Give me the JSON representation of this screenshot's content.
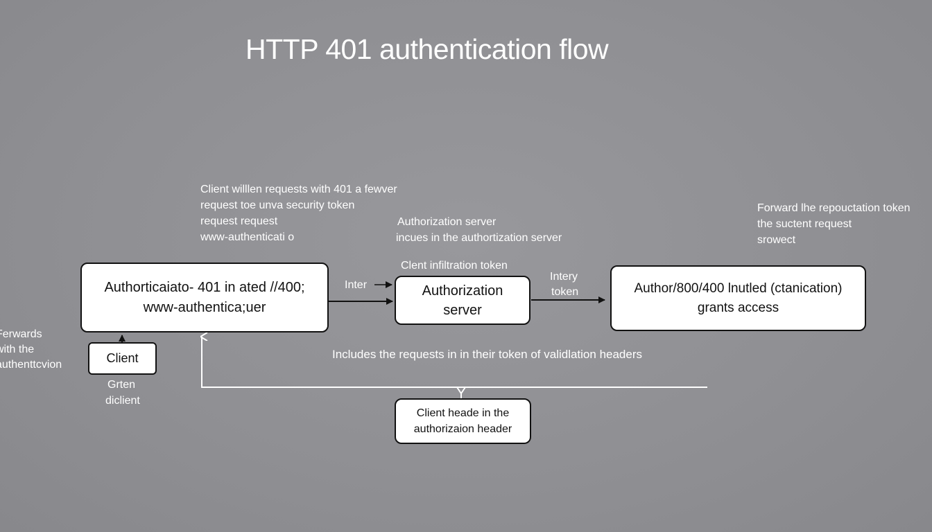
{
  "title": "HTTP 401 authentication flow",
  "colors": {
    "background": "#8e8e92",
    "box_fill": "#ffffff",
    "box_border": "#111111",
    "arrow_dark": "#111111",
    "arrow_light": "#ffffff",
    "text_light": "#ffffff"
  },
  "boxes": {
    "auth401": {
      "lines": [
        "Authorticaiato- 401 in ated /​/400;",
        "www-authentica;uer"
      ]
    },
    "authserver": {
      "lines": [
        "Authorization",
        "server"
      ]
    },
    "grants": {
      "lines": [
        "Author/800/400 lnutled (ctanication)",
        "grants access"
      ]
    },
    "client": {
      "lines": [
        "Client"
      ]
    },
    "header": {
      "lines": [
        "Client heade in the",
        "authorizaion header"
      ]
    }
  },
  "notes": {
    "top_left": [
      "Client willlen requests with 401 a fewver",
      "request toe unva security token",
      "request request",
      "www-authenticati o"
    ],
    "top_middle": [
      "Authorization server",
      "incues in the authortization server"
    ],
    "top_right": [
      "Forward lhe repouctation token",
      "the suctent request",
      "srowect"
    ],
    "client_info": "Clent infiltration token",
    "inter_left": "Inter",
    "inter_right": [
      "Intery",
      "token"
    ],
    "forwards": [
      "Ferwards",
      "with the",
      "authenttcvion"
    ],
    "green_client": [
      "Grten",
      "diclient"
    ],
    "includes": "Includes the requests in in their token of validlation headers"
  }
}
